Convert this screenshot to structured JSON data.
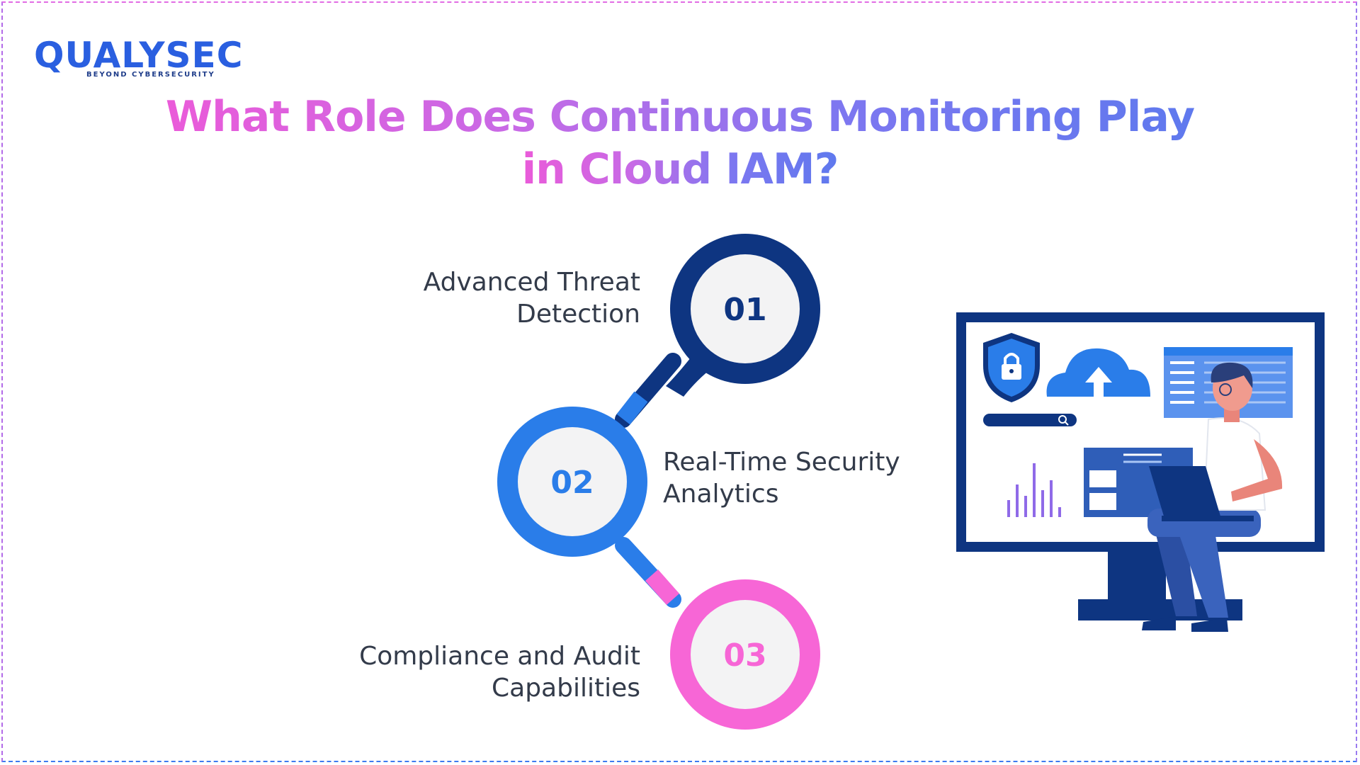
{
  "brand": {
    "name": "QUALYSEC",
    "tagline": "BEYOND CYBERSECURITY"
  },
  "headline": {
    "line1": "What Role Does Continuous Monitoring Play",
    "line2": "in Cloud IAM?"
  },
  "steps": [
    {
      "number": "01",
      "line1": "Advanced Threat",
      "line2": "Detection",
      "color": "#0e3581"
    },
    {
      "number": "02",
      "line1": "Real-Time Security",
      "line2": "Analytics",
      "color": "#2a7de9"
    },
    {
      "number": "03",
      "line1": "Compliance and Audit",
      "line2": "Capabilities",
      "color": "#f766d6"
    }
  ],
  "illustration": {
    "icons": [
      "shield-lock-icon",
      "cloud-upload-icon",
      "search-bar-icon",
      "bar-chart-icon",
      "dashboard-window-icon",
      "person-laptop-icon"
    ]
  }
}
